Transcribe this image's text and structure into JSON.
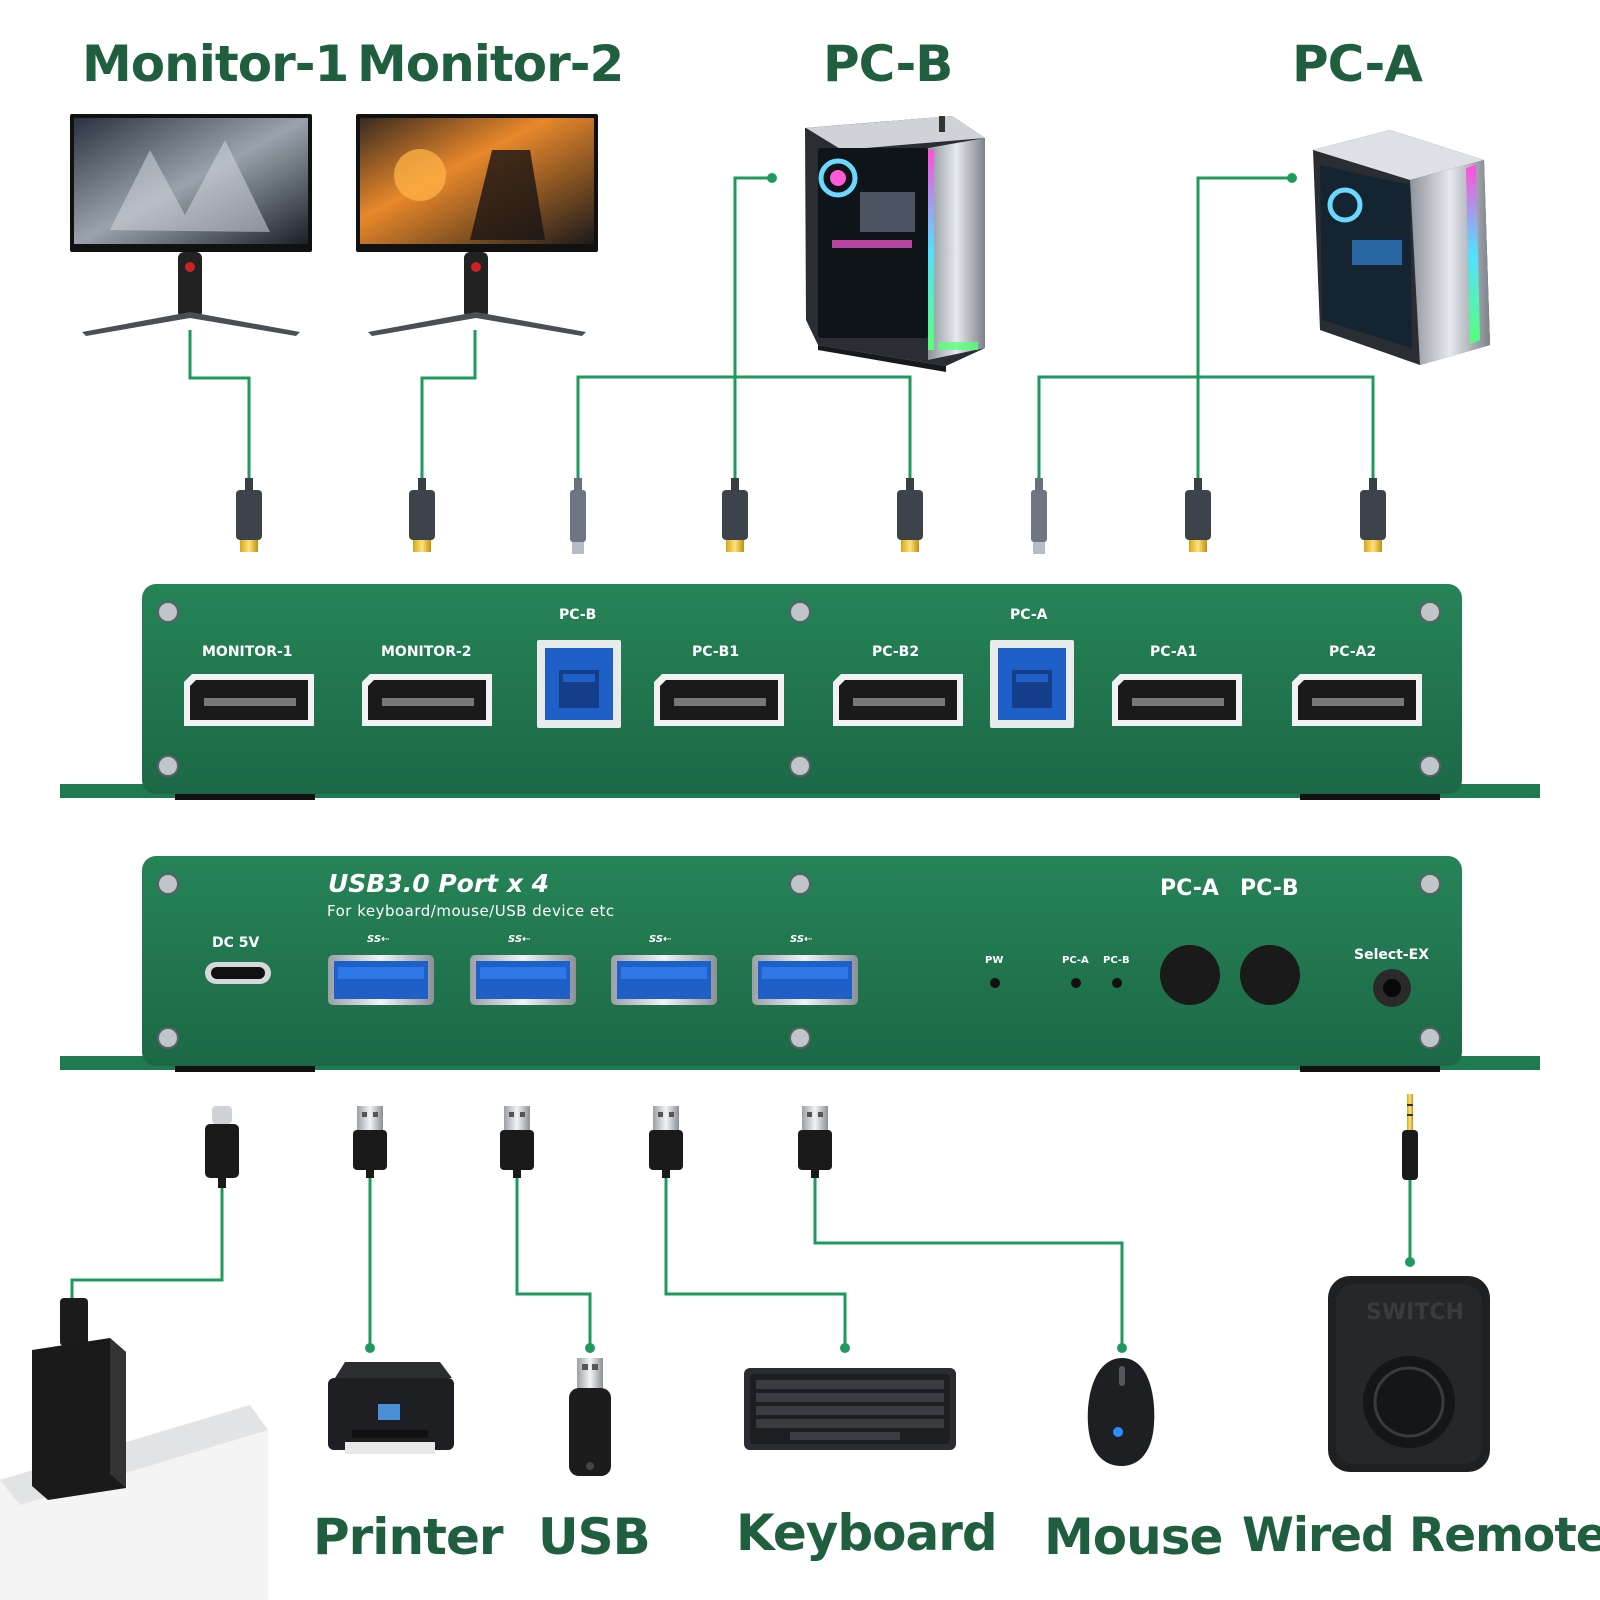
{
  "top_labels": {
    "monitor_1": "Monitor-1",
    "monitor_2": "Monitor-2",
    "pc_b": "PC-B",
    "pc_a": "PC-A"
  },
  "back_panel": {
    "group_pc_b": "PC-B",
    "group_pc_a": "PC-A",
    "ports": [
      "MONITOR-1",
      "MONITOR-2",
      "PC-B1",
      "PC-B2",
      "PC-A1",
      "PC-A2"
    ]
  },
  "front_panel": {
    "usb_heading": "USB3.0 Port x 4",
    "usb_subheading": "For keyboard/mouse/USB device etc",
    "dc_label": "DC 5V",
    "usb_logo": "SS⇠",
    "led_pw": "PW",
    "led_pc_a": "PC-A",
    "led_pc_b": "PC-B",
    "button_pc_a": "PC-A",
    "button_pc_b": "PC-B",
    "select_ex": "Select-EX"
  },
  "remote_text": "SWITCH",
  "bottom_labels": {
    "printer": "Printer",
    "usb": "USB",
    "keyboard": "Keyboard",
    "mouse": "Mouse",
    "wired_remote": "Wired Remote"
  },
  "colors": {
    "accent": "#1f5f3f",
    "line": "#1f9a5e",
    "panel": "#21744f"
  },
  "icons": [
    "monitor-icon",
    "pc-tower-icon",
    "displayport-cable-icon",
    "usb-b-cable-icon",
    "usb-c-cable-icon",
    "usb-a-cable-icon",
    "audio-cable-icon",
    "power-adapter-icon",
    "printer-icon",
    "usb-drive-icon",
    "keyboard-icon",
    "mouse-icon",
    "remote-switch-icon"
  ]
}
